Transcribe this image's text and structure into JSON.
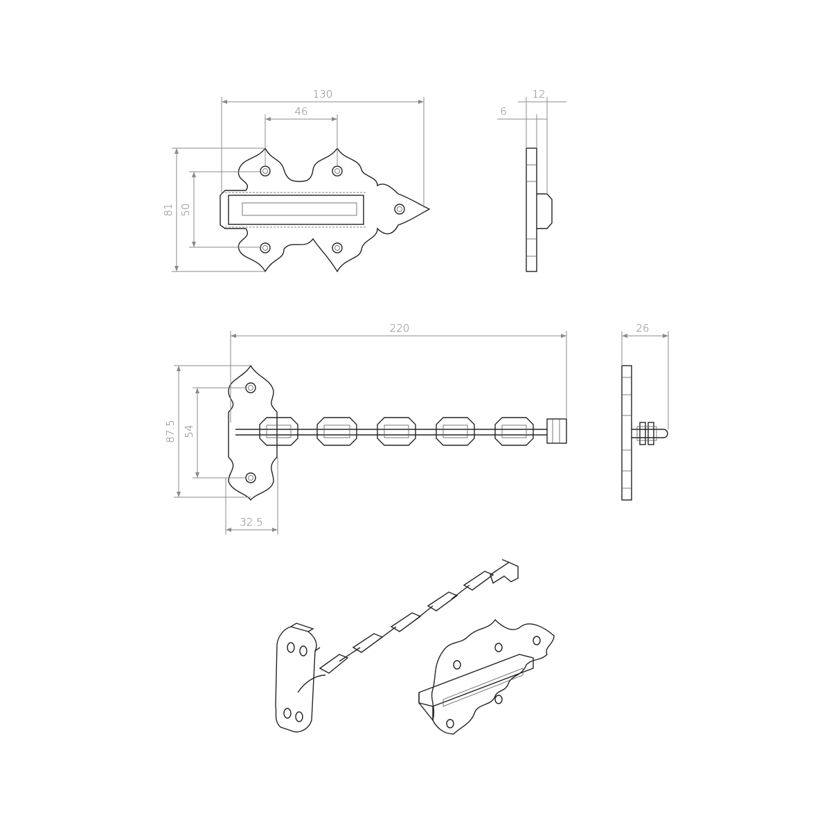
{
  "title": "Door chain technical drawing",
  "dimensions": {
    "strike_width": "130",
    "strike_hole_spacing": "46",
    "strike_depth": "12",
    "strike_plate_thickness": "6",
    "strike_height": "81",
    "strike_hole_vertical": "50",
    "chain_length": "220",
    "chain_depth": "26",
    "chain_plate_height": "87.5",
    "chain_hole_spacing": "54",
    "chain_plate_width": "32.5"
  },
  "colors": {
    "line": "#222222",
    "dimension": "#8a8a8a"
  }
}
